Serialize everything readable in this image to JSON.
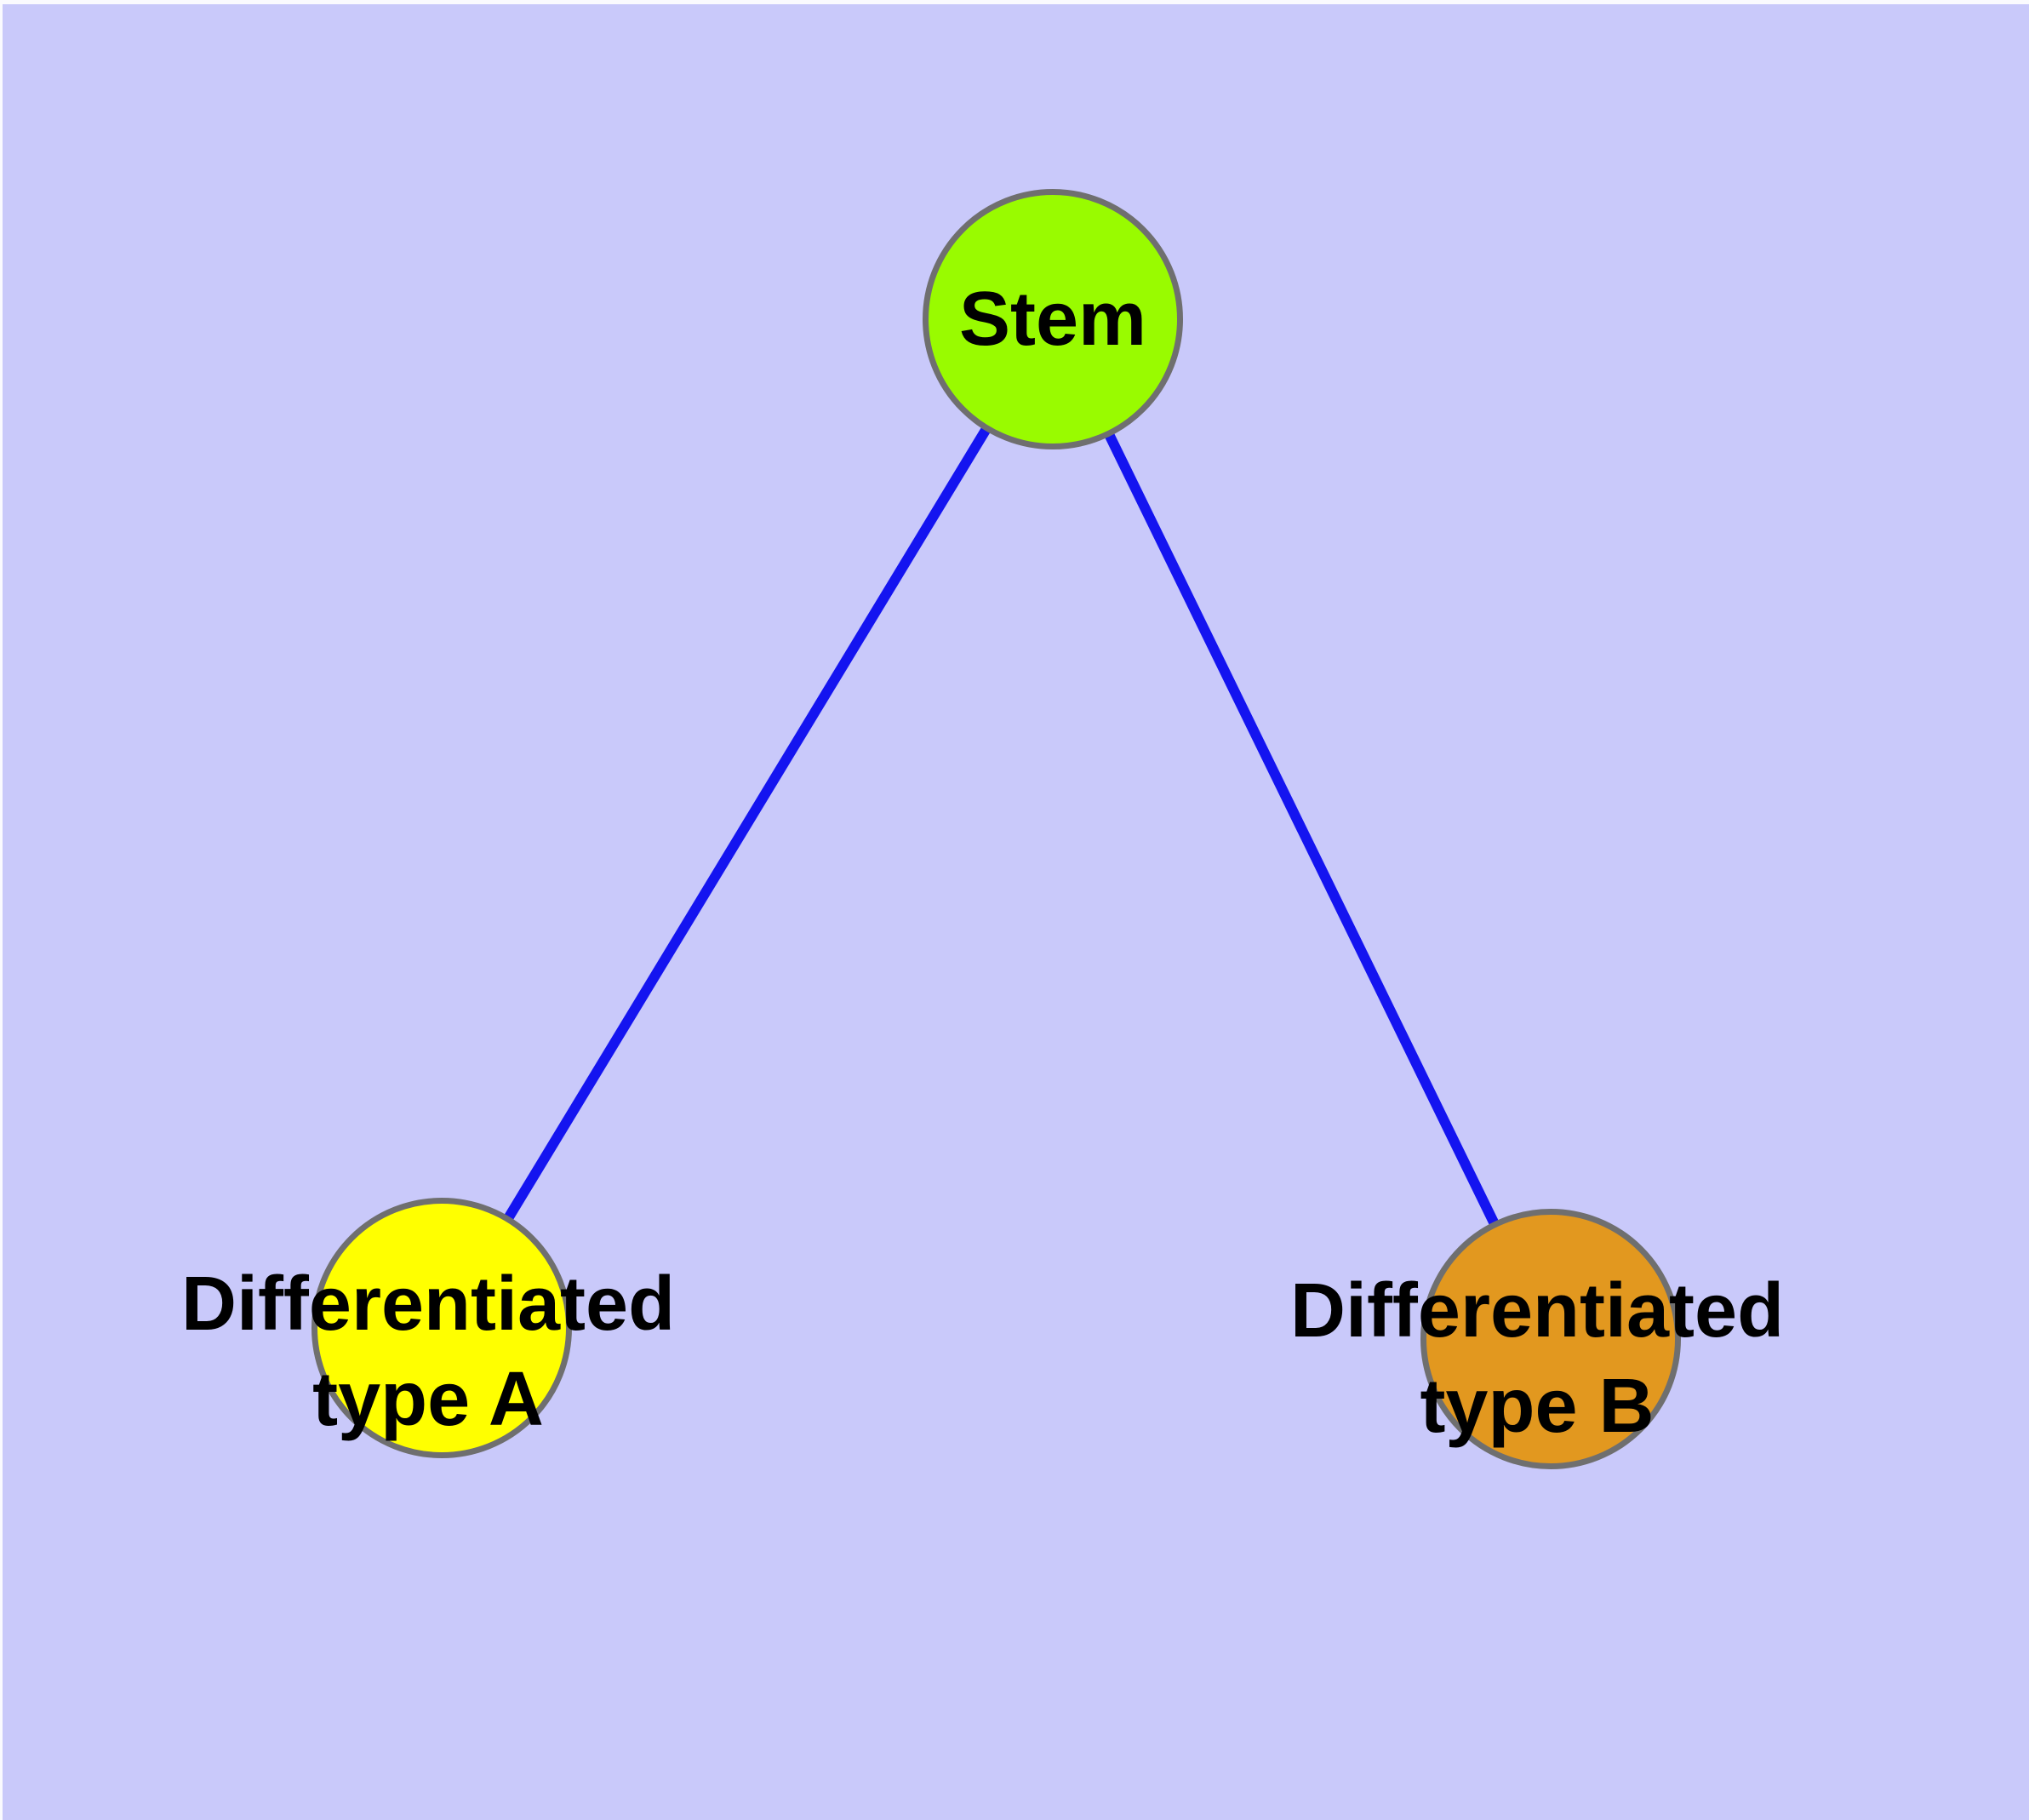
{
  "diagram": {
    "background_color": "#C9C9FA",
    "edge_color": "#1414F0",
    "node_border_color": "#6F6F6F",
    "nodes": {
      "stem": {
        "label": "Stem",
        "fill": "#99FB00"
      },
      "type_a": {
        "line1": "Differentiated",
        "line2": "type A",
        "fill": "#FFFF00"
      },
      "type_b": {
        "line1": "Differentiated",
        "line2": "type B",
        "fill": "#E2981F"
      }
    },
    "edges": [
      {
        "from": "stem",
        "to": "type_a"
      },
      {
        "from": "stem",
        "to": "type_b"
      }
    ]
  }
}
